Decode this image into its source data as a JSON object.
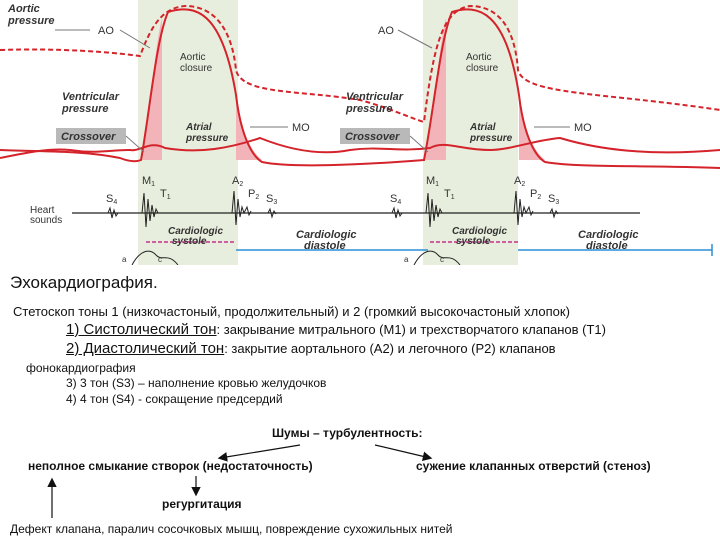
{
  "figure": {
    "aortic_pressure": [
      "Aortic",
      "pressure"
    ],
    "ao": "AO",
    "aortic_closure": [
      "Aortic",
      "closure"
    ],
    "ventricular_pressure": [
      "Ventricular",
      "pressure"
    ],
    "crossover": "Crossover",
    "atrial_pressure": [
      "Atrial",
      "pressure"
    ],
    "mo": "MO",
    "heart_sounds": [
      "Heart",
      "sounds"
    ],
    "s4": "S",
    "s4_sub": "4",
    "m1": "M",
    "m1_sub": "1",
    "t1": "T",
    "t1_sub": "1",
    "a2": "A",
    "a2_sub": "2",
    "p2": "P",
    "p2_sub": "2",
    "s3": "S",
    "s3_sub": "3",
    "cardiologic_systole": [
      "Cardiologic",
      "systole"
    ],
    "cardiologic_diastole": [
      "Cardiologic",
      "diastole"
    ],
    "wave_a": "a",
    "wave_c": "c",
    "colors": {
      "band": "#e8eedd",
      "curve": "#d4232a",
      "fill": "#f2b4b8",
      "crossover_box": "#b9b9b9",
      "blue": "#2a8fd6"
    }
  },
  "text": {
    "title": "Эхокардиография.",
    "line1": "Стетоскоп тоны 1 (низкочастоный, продолжительный) и 2 (громкий высокочастоный хлопок)",
    "item1_head": "1) Систолический тон",
    "item1_rest": ": закрывание митрального (М1) и трехстворчатого  клапанов (Т1)",
    "item2_head": "2) Диастолический тон",
    "item2_rest": ": закрытие аортального (А2) и легочного (Р2) клапанов",
    "phono": "фонокардиография",
    "item3": "3) 3 тон (S3) – наполнение кровью желудочков",
    "item4": "4) 4 тон (S4) -  сокращение предсердий",
    "noise_title": "Шумы – турбулентность:",
    "left_branch": "неполное смыкание створок (недостаточность)",
    "right_branch": "сужение клапанных отверстий (стеноз)",
    "regurg": "регургитация",
    "bottom": "Дефект клапана, паралич сосочковых мышц, повреждение сухожильных нитей"
  }
}
